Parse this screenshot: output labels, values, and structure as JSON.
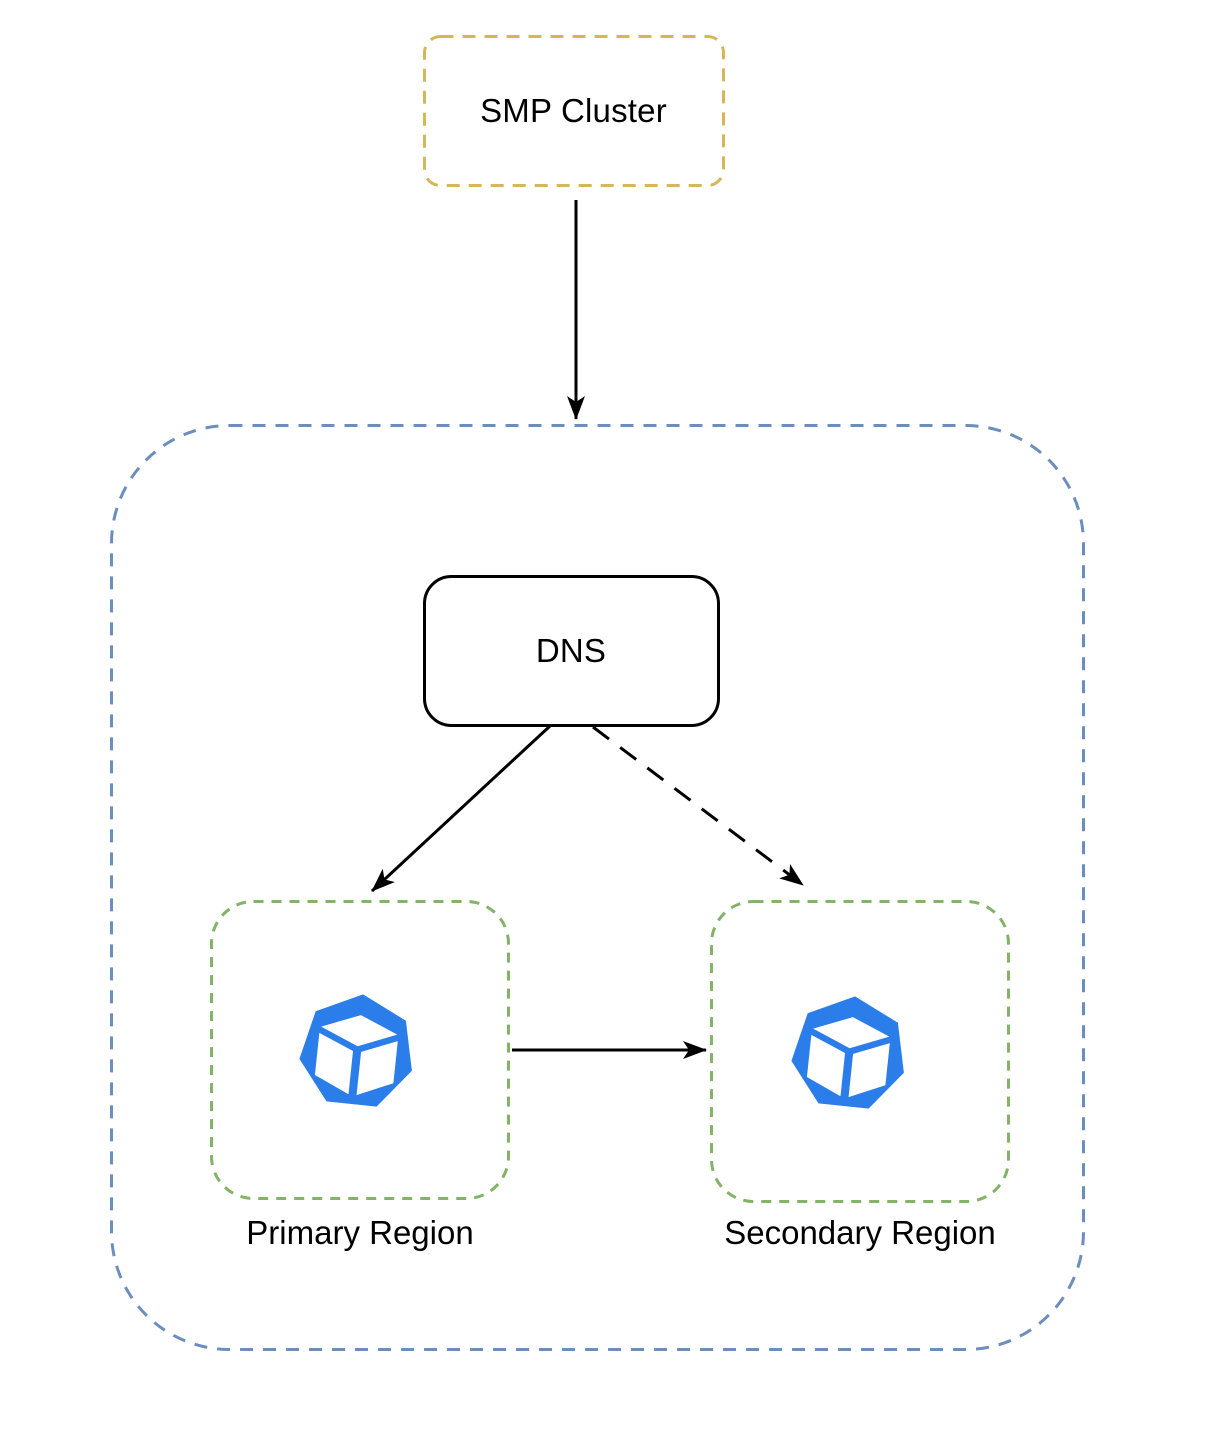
{
  "diagram": {
    "title": "",
    "nodes": {
      "smp_cluster": {
        "label": "SMP Cluster",
        "border_style": "dashed",
        "border_color": "#d6b656"
      },
      "dns": {
        "label": "DNS",
        "border_style": "solid",
        "border_color": "#000000"
      },
      "container": {
        "label": "",
        "border_style": "dashed",
        "border_color": "#6c8ebf"
      },
      "primary_region": {
        "label": "Primary Region",
        "border_style": "dashed",
        "border_color": "#82b366",
        "icon": "cube-in-heptagon-icon"
      },
      "secondary_region": {
        "label": "Secondary Region",
        "border_style": "dashed",
        "border_color": "#82b366",
        "icon": "cube-in-heptagon-icon"
      }
    },
    "edges": [
      {
        "from": "smp_cluster",
        "to": "container",
        "style": "solid-arrow"
      },
      {
        "from": "dns",
        "to": "primary_region",
        "style": "solid-arrow"
      },
      {
        "from": "dns",
        "to": "secondary_region",
        "style": "dashed-arrow"
      },
      {
        "from": "primary_region",
        "to": "secondary_region",
        "style": "solid-arrow"
      }
    ],
    "colors": {
      "smp_border": "#d6b656",
      "container_border": "#6c8ebf",
      "region_border": "#82b366",
      "dns_border": "#000000",
      "icon_blue": "#2b7de9",
      "arrow": "#000000",
      "text": "#000000",
      "background": "#ffffff"
    }
  }
}
